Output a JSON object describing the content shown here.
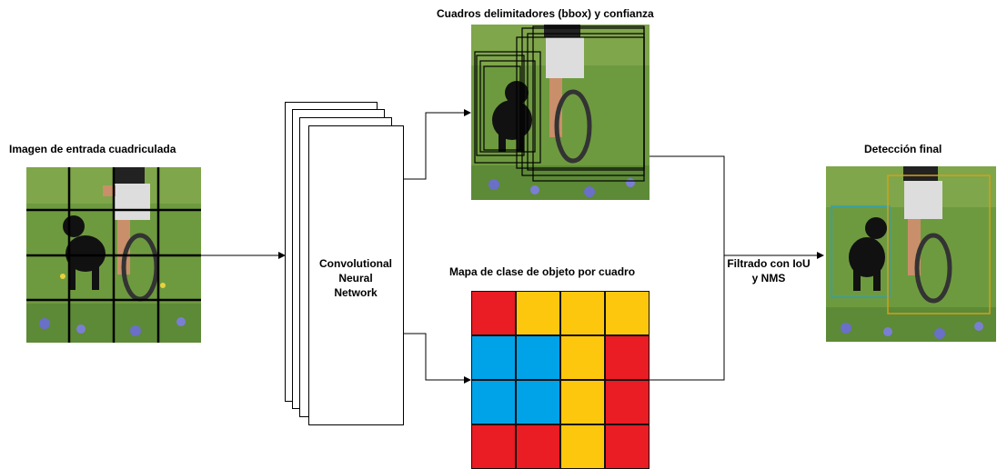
{
  "labels": {
    "input_title": "Imagen de entrada cuadriculada",
    "bbox_title": "Cuadros delimitadores (bbox) y confianza",
    "classmap_title": "Mapa de clase de objeto por cuadro",
    "final_title": "Detección final",
    "cnn_line1": "Convolutional",
    "cnn_line2": "Neural",
    "cnn_line3": "Network",
    "nms_line1": "Filtrado con IoU",
    "nms_line2": "y NMS"
  },
  "class_map": {
    "rows": [
      [
        "red",
        "yellow",
        "yellow",
        "yellow"
      ],
      [
        "blue",
        "blue",
        "yellow",
        "red"
      ],
      [
        "blue",
        "blue",
        "yellow",
        "red"
      ],
      [
        "red",
        "red",
        "yellow",
        "red"
      ]
    ],
    "colors": {
      "red": "#ea1c24",
      "yellow": "#fdc70e",
      "blue": "#00a2e8"
    }
  },
  "colors": {
    "final_dog_box": "#2f9fb5",
    "final_bike_box": "#d4a017",
    "grid_line": "#000000"
  }
}
